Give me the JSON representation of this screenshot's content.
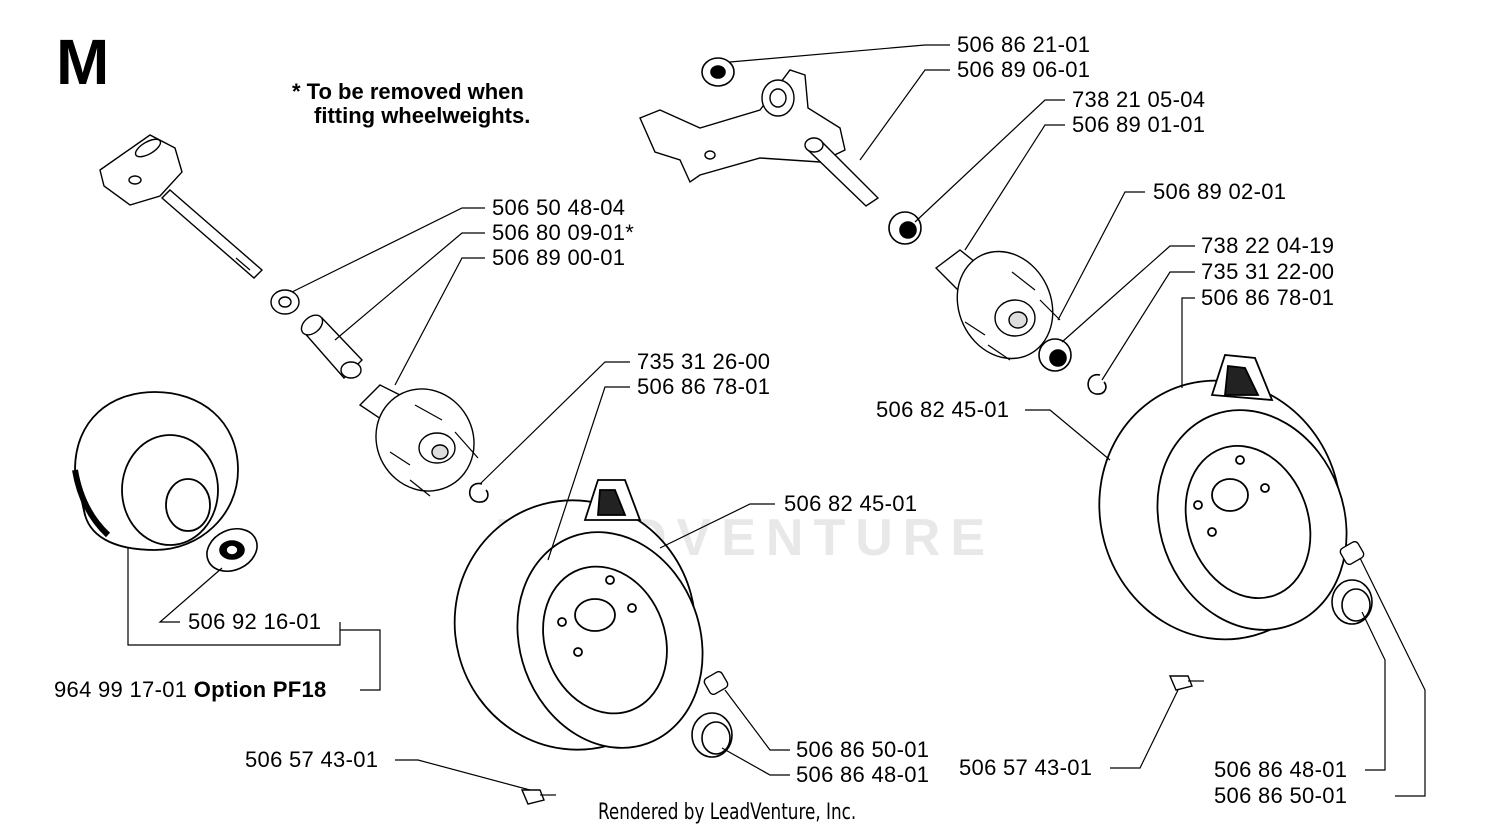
{
  "figure_letter": "M",
  "note": {
    "line1": "* To be removed when",
    "line2": "fitting wheelweights."
  },
  "watermark": "LEADVENTURE",
  "footer": "Rendered by LeadVenture, Inc.",
  "labels": {
    "p50650_48_04": "506 50 48-04",
    "p50680_09_01": "506 80 09-01*",
    "p50689_00_01": "506 89 00-01",
    "p73531_26_00": "735 31 26-00",
    "p50686_78_01_left": "506 86 78-01",
    "p50682_45_01_left": "506 82 45-01",
    "p50692_16_01": "506 92 16-01",
    "p96499_17_01": "964 99 17-01",
    "option": "Option PF18",
    "p50657_43_01_left": "506 57 43-01",
    "p50686_50_01_left": "506 86 50-01",
    "p50686_48_01_left": "506 86 48-01",
    "p50686_21_01": "506 86 21-01",
    "p50689_06_01": "506 89 06-01",
    "p73821_05_04": "738 21 05-04",
    "p50689_01_01": "506 89 01-01",
    "p50689_02_01": "506 89 02-01",
    "p73822_04_19": "738 22 04-19",
    "p73531_22_00": "735 31 22-00",
    "p50686_78_01_right": "506 86 78-01",
    "p50682_45_01_right": "506 82 45-01",
    "p50657_43_01_right": "506 57 43-01",
    "p50686_48_01_right": "506 86 48-01",
    "p50686_50_01_right": "506 86 50-01"
  }
}
